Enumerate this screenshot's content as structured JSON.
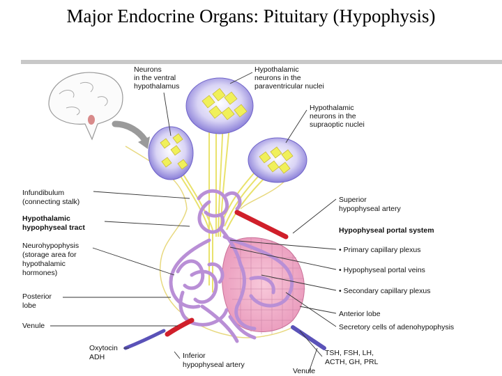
{
  "title": "Major Endocrine Organs: Pituitary (Hypophysis)",
  "labels": {
    "neurons_ventral": [
      "Neurons",
      "in the ventral",
      "hypothalamus"
    ],
    "hypo_paraventricular": [
      "Hypothalamic",
      "neurons in the",
      "paraventricular nuclei"
    ],
    "hypo_supraoptic": [
      "Hypothalamic",
      "neurons in the",
      "supraoptic nuclei"
    ],
    "infundibulum": [
      "Infundibulum",
      "(connecting stalk)"
    ],
    "hypothalamic_tract": [
      "Hypothalamic",
      "hypophyseal tract"
    ],
    "neurohypophysis": [
      "Neurohypophysis",
      "(storage area for",
      "hypothalamic",
      "hormones)"
    ],
    "posterior_lobe": [
      "Posterior",
      "lobe"
    ],
    "venule_left": "Venule",
    "oxytocin": [
      "Oxytocin",
      "ADH"
    ],
    "inferior_artery": [
      "Inferior",
      "hypophyseal artery"
    ],
    "venule_bottom": "Venule",
    "superior_artery": [
      "Superior",
      "hypophyseal artery"
    ],
    "portal_system": "Hypophyseal portal system",
    "primary_plexus": "• Primary capillary plexus",
    "portal_veins": "• Hypophyseal portal veins",
    "secondary_plexus": "• Secondary capillary plexus",
    "anterior_lobe": "Anterior lobe",
    "secretory_cells": "Secretory cells of adenohypophysis",
    "hormones": [
      "TSH, FSH, LH,",
      "ACTH, GH, PRL"
    ]
  },
  "colors": {
    "capillary": "#b98fd6",
    "anterior_lobe": "#f3b7cf",
    "neuron_yellow": "#f2f25a",
    "nucleus_bubble": "#9c8fe0",
    "artery_red": "#d01f2a",
    "venule_blue": "#3b3ea8"
  }
}
